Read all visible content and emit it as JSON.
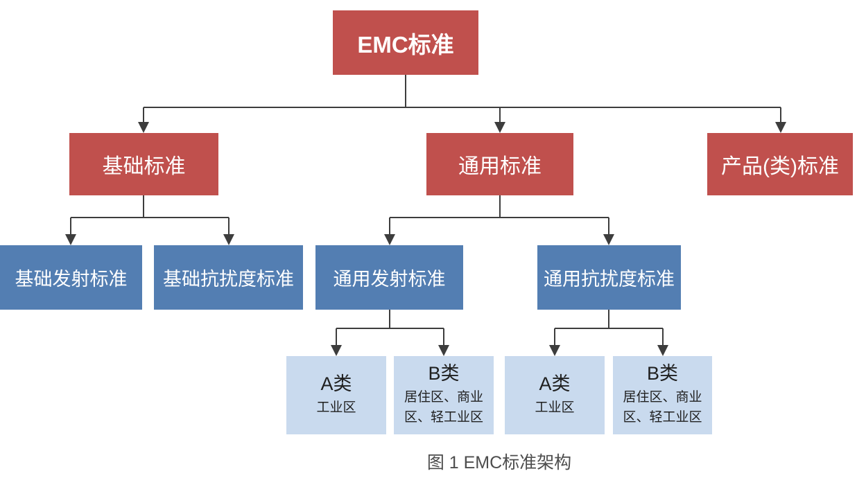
{
  "caption": "图 1  EMC标准架构",
  "colors": {
    "red": "#c0504d",
    "blue": "#537eb2",
    "light_blue": "#c9daee",
    "line": "#3d3d3d",
    "white_text": "#ffffff",
    "dark_text": "#1f1f1f",
    "caption_text": "#4d4d4d"
  },
  "nodes": {
    "root": {
      "label": "EMC标准"
    },
    "basic": {
      "label": "基础标准"
    },
    "generic": {
      "label": "通用标准"
    },
    "product": {
      "label": "产品(类)标准"
    },
    "basic_emission": {
      "label": "基础发射标准"
    },
    "basic_immunity": {
      "label": "基础抗扰度标准"
    },
    "generic_emission": {
      "label": "通用发射标准"
    },
    "generic_immunity": {
      "label": "通用抗扰度标准"
    },
    "class_a_left": {
      "title": "A类",
      "desc": "工业区"
    },
    "class_b_left": {
      "title": "B类",
      "desc": "居住区、商业区、轻工业区"
    },
    "class_a_right": {
      "title": "A类",
      "desc": "工业区"
    },
    "class_b_right": {
      "title": "B类",
      "desc": "居住区、商业区、轻工业区"
    }
  }
}
